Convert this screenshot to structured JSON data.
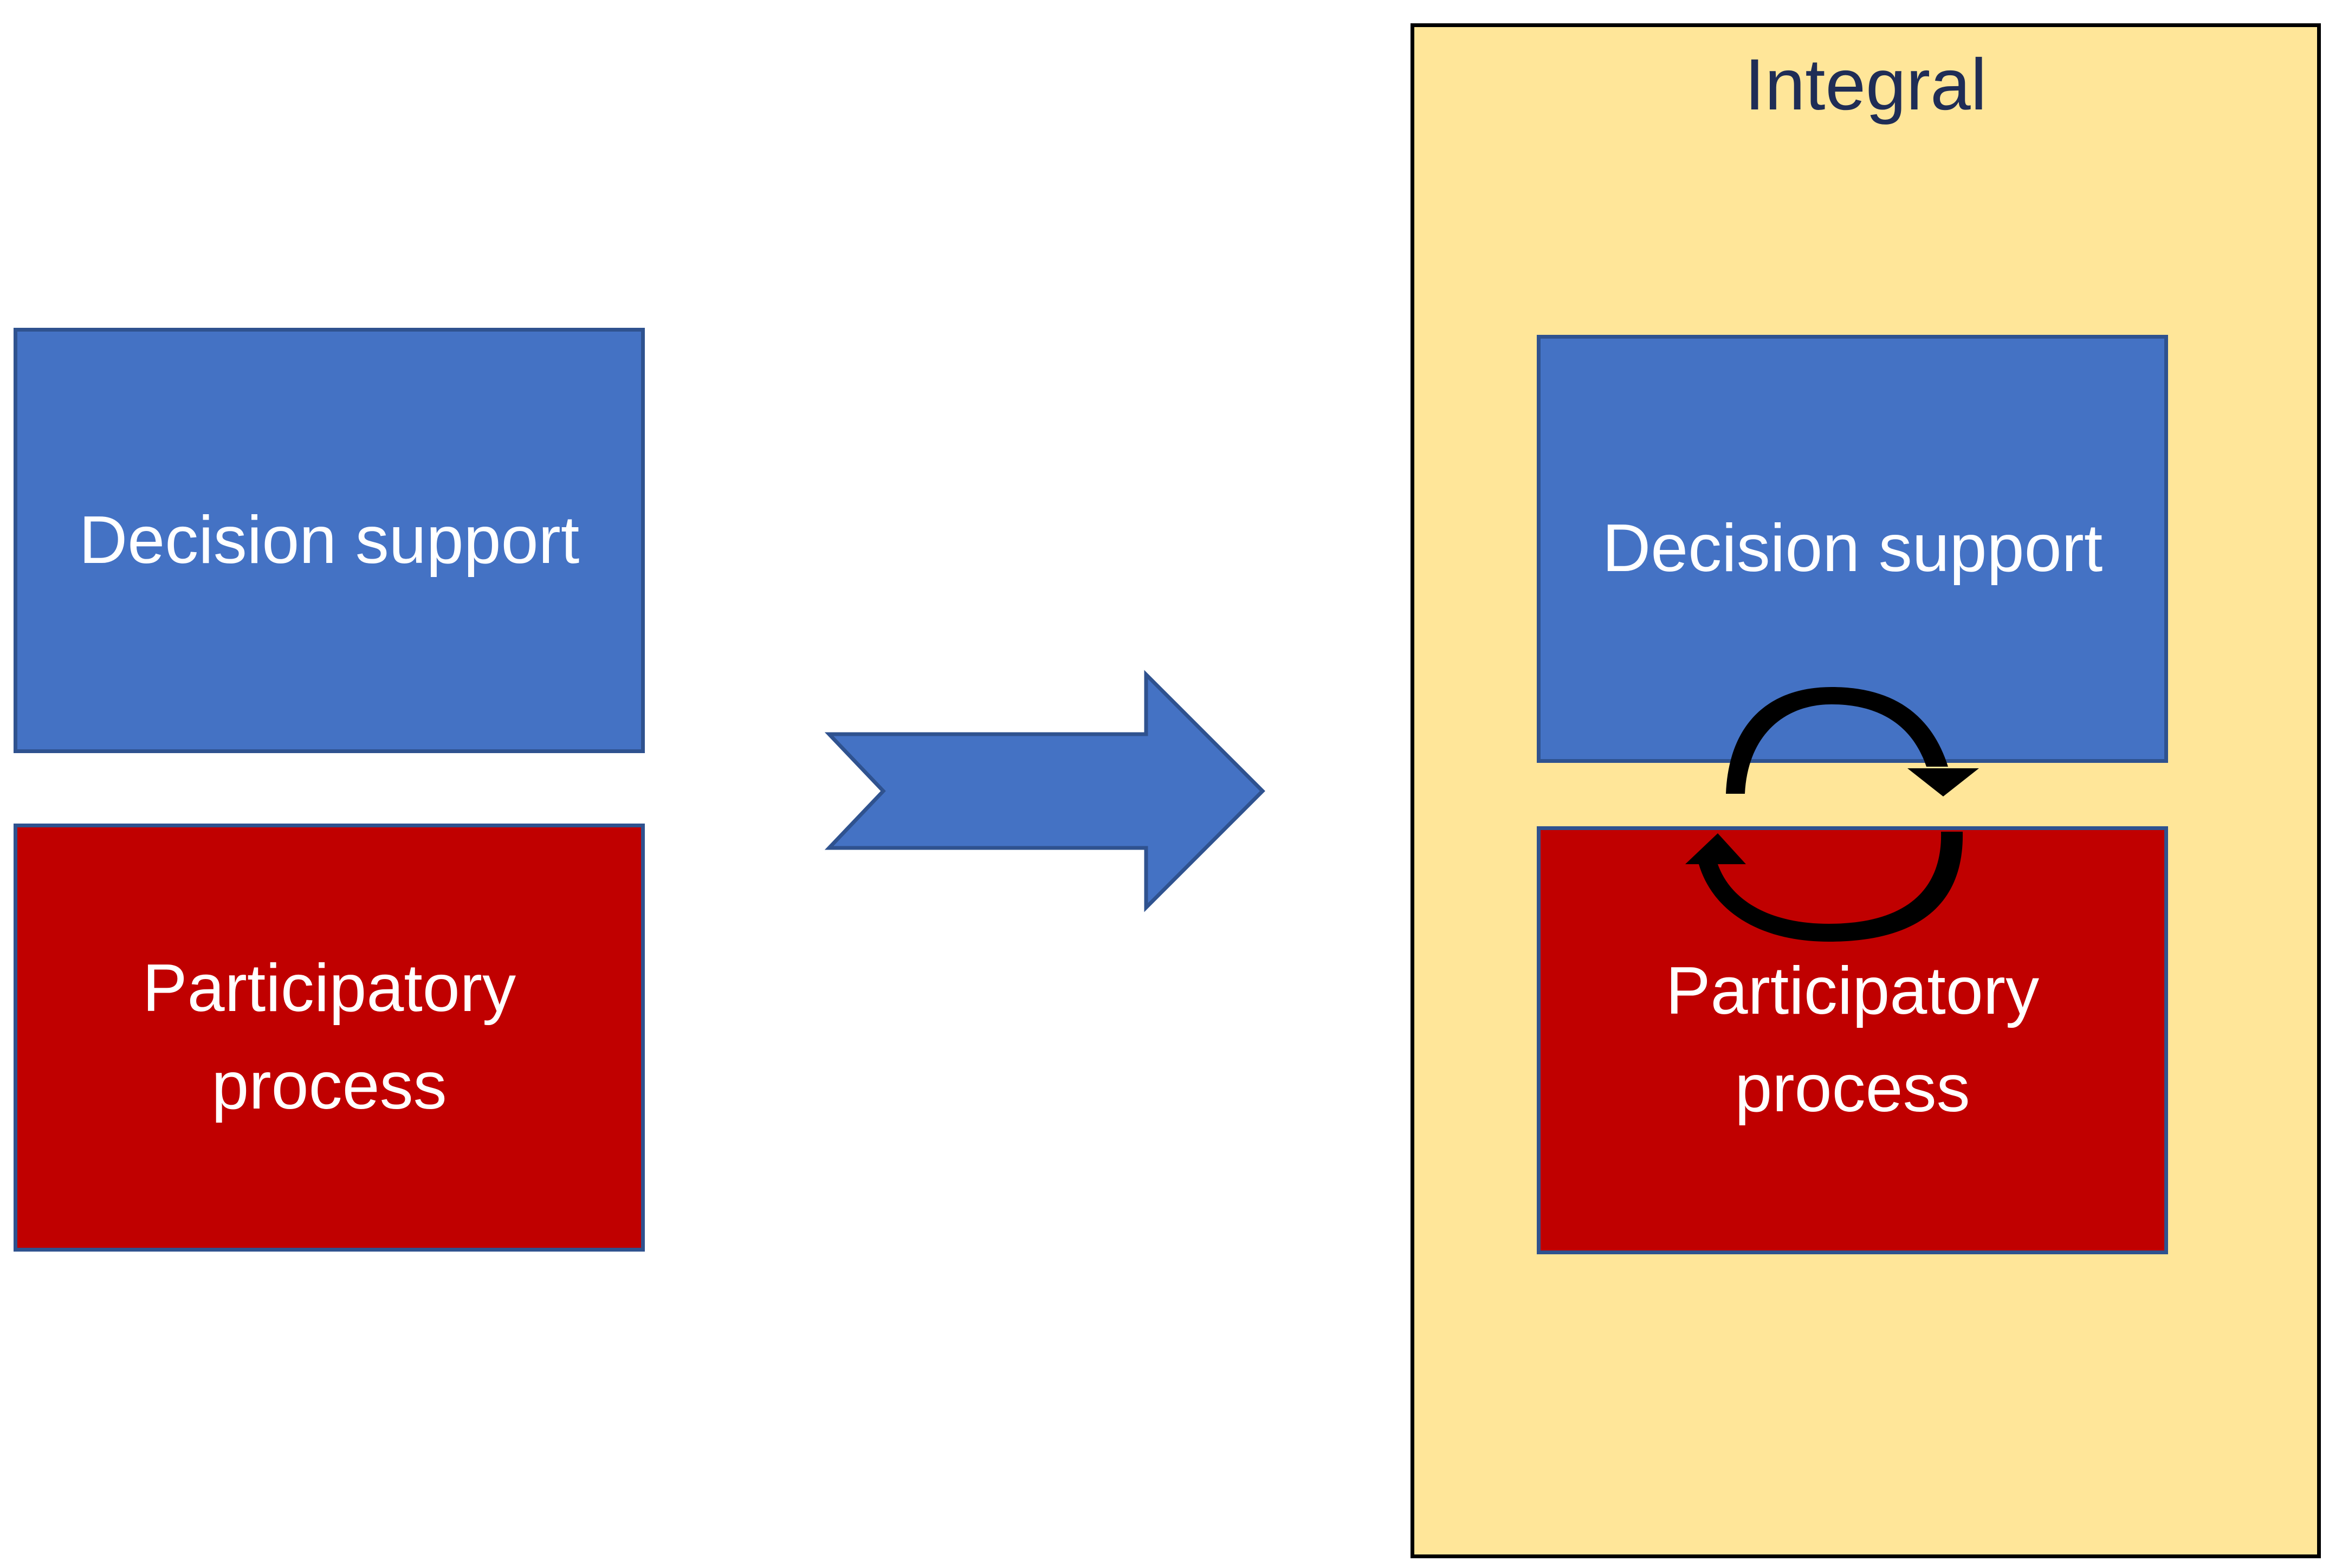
{
  "left": {
    "decision_support": "Decision support",
    "participatory_line1": "Participatory",
    "participatory_line2": "process"
  },
  "integral": {
    "title": "Integral",
    "decision_support": "Decision support",
    "participatory_line1": "Participatory",
    "participatory_line2": "process"
  },
  "colors": {
    "decision_support": "#4472c4",
    "participatory": "#c00000",
    "integral_background": "#ffe699",
    "arrow": "#4472c4",
    "cycle_arrows": "#000000"
  },
  "icons": {
    "transition_arrow": "notched-right-arrow-icon",
    "cycle": "circular-cycle-arrows-icon"
  }
}
